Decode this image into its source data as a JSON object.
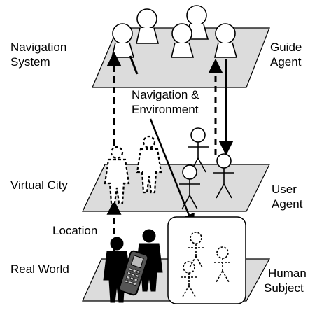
{
  "layers": {
    "top_label_line1": "Navigation",
    "top_label_line2": "System",
    "middle_label": "Virtual City",
    "bottom_label": "Real World"
  },
  "agents": {
    "guide_line1": "Guide",
    "guide_line2": "Agent",
    "user_line1": "User",
    "user_line2": "Agent",
    "human_line1": "Human",
    "human_line2": "Subject"
  },
  "flows": {
    "nav_env_line1": "Navigation &",
    "nav_env_line2": "Environment",
    "location": "Location"
  },
  "colors": {
    "plane_fill": "#dcdcdc",
    "ink": "#000000",
    "white": "#ffffff"
  }
}
